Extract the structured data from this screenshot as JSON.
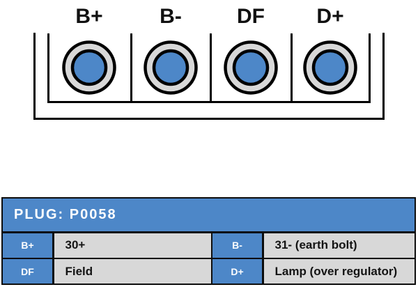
{
  "diagram": {
    "pins": [
      {
        "label": "B+"
      },
      {
        "label": "B-"
      },
      {
        "label": "DF"
      },
      {
        "label": "D+"
      }
    ],
    "colors": {
      "terminal_blue": "#4d87c8",
      "ring_gray": "#d8d8d8",
      "outline": "#000000"
    }
  },
  "table": {
    "title": "PLUG: P0058",
    "entries": [
      {
        "terminal": "B+",
        "description": "30+"
      },
      {
        "terminal": "B-",
        "description": "31- (earth bolt)"
      },
      {
        "terminal": "DF",
        "description": "Field"
      },
      {
        "terminal": "D+",
        "description": "Lamp (over regulator)"
      }
    ],
    "colors": {
      "header_bg": "#4d87c8",
      "cell_bg": "#d8d8d8",
      "border": "#0d0d0d"
    }
  }
}
